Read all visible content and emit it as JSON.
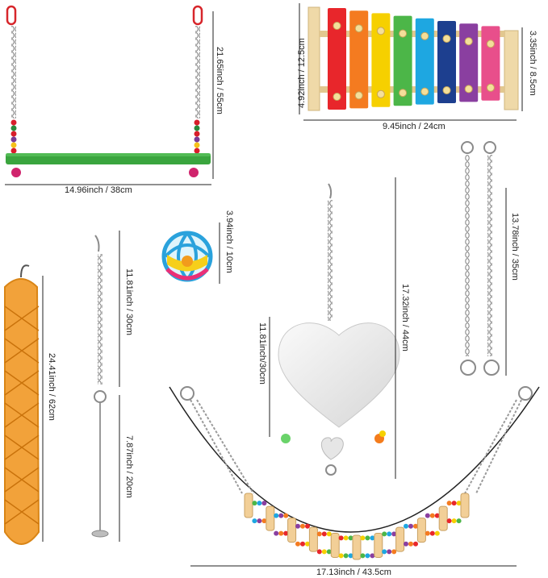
{
  "swing": {
    "height_label": "21.65inch / 55cm",
    "width_label": "14.96inch / 38cm"
  },
  "xylophone": {
    "height_label": "4.92inch / 12.5cm",
    "bar_height_label": "3.35inch / 8.5cm",
    "width_label": "9.45inch / 24cm",
    "bar_colors": [
      "#e8262b",
      "#f47b20",
      "#f6d000",
      "#4cb648",
      "#1ea7e1",
      "#1d3f8f",
      "#8a3fa0",
      "#e84f8b"
    ]
  },
  "chains": {
    "length_label": "13.78inch / 35cm"
  },
  "ball": {
    "size_label": "3.94inch / 10cm"
  },
  "hay_net": {
    "length_label": "24.41inch / 62cm"
  },
  "skewer": {
    "chain_label": "11.81inch / 30cm",
    "spike_label": "7.87inch / 20cm"
  },
  "mirror": {
    "total_label": "17.32inch / 44cm",
    "mirror_label": "11.81inch/30cm"
  },
  "bridge": {
    "width_label": "17.13inch / 43.5cm"
  }
}
